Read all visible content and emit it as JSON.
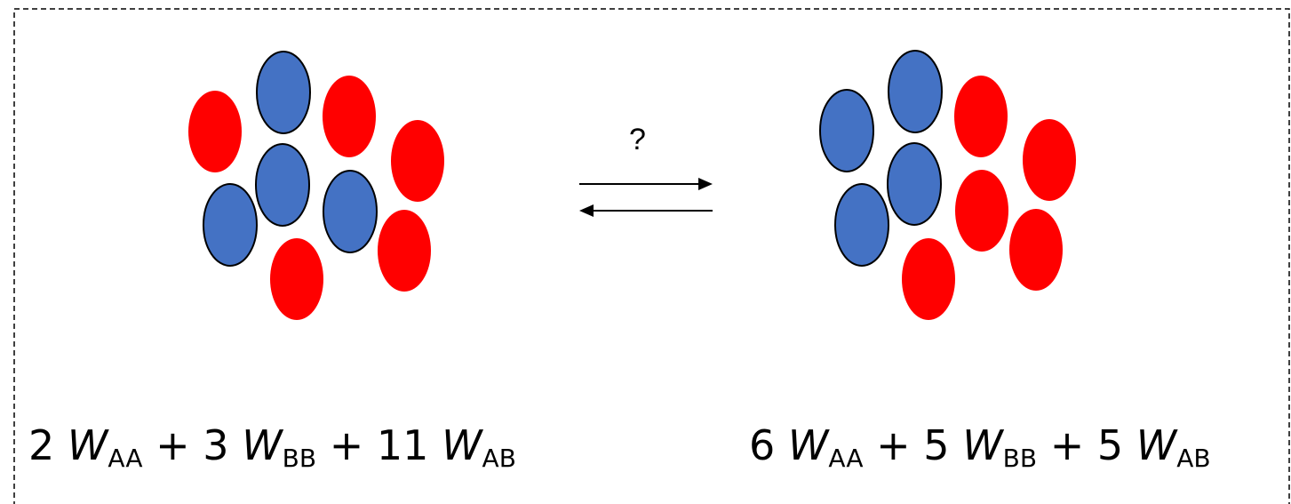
{
  "colors": {
    "type_a": "#ff0000",
    "type_b": "#4472c4",
    "border": "#000000",
    "arrow": "#000000"
  },
  "arrow_label": "?",
  "left_config": {
    "formula": {
      "terms": [
        {
          "coef": "2",
          "symbol": "W",
          "sub": "AA",
          "op": "+"
        },
        {
          "coef": "3",
          "symbol": "W",
          "sub": "BB",
          "op": "+"
        },
        {
          "coef": "11",
          "symbol": "W",
          "sub": "AB",
          "op": ""
        }
      ]
    }
  },
  "right_config": {
    "formula": {
      "terms": [
        {
          "coef": "6",
          "symbol": "W",
          "sub": "AA",
          "op": "+"
        },
        {
          "coef": "5",
          "symbol": "W",
          "sub": "BB",
          "op": "+"
        },
        {
          "coef": "5",
          "symbol": "W",
          "sub": "AB",
          "op": ""
        }
      ]
    }
  }
}
